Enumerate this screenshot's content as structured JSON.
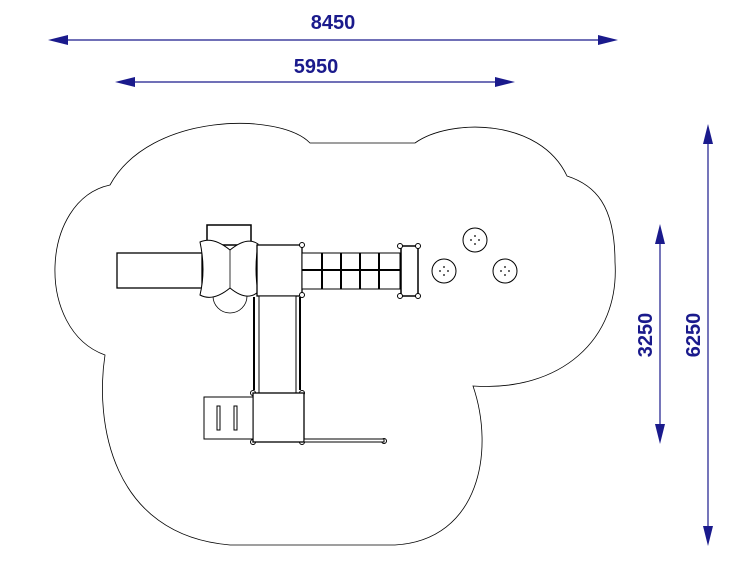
{
  "dimensions": {
    "overall_width": "8450",
    "structure_width": "5950",
    "structure_depth": "3250",
    "overall_depth": "6250"
  },
  "colors": {
    "dimension": "#1a1a8c",
    "drawing": "#000000"
  }
}
